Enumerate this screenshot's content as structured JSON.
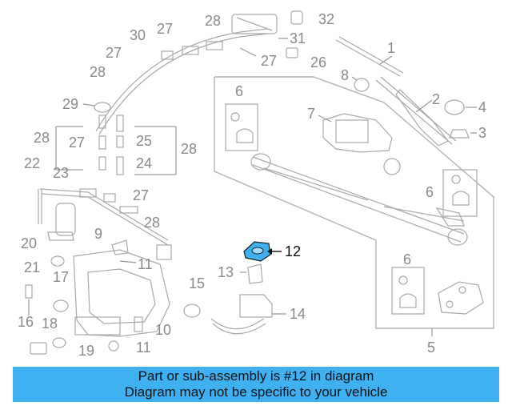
{
  "highlight_color": "#3fb0f0",
  "callouts": {
    "c1": "1",
    "c2": "2",
    "c3": "3",
    "c4": "4",
    "c5": "5",
    "c6a": "6",
    "c6b": "6",
    "c6c": "6",
    "c7": "7",
    "c8": "8",
    "c9": "9",
    "c10": "10",
    "c11a": "11",
    "c11b": "11",
    "c12": "12",
    "c13": "13",
    "c14": "14",
    "c15": "15",
    "c16": "16",
    "c17": "17",
    "c18": "18",
    "c19": "19",
    "c20": "20",
    "c21": "21",
    "c22": "22",
    "c23": "23",
    "c24": "24",
    "c25": "25",
    "c26": "26",
    "c27a": "27",
    "c27b": "27",
    "c27c": "27",
    "c27d": "27",
    "c27e": "27",
    "c28a": "28",
    "c28b": "28",
    "c28c": "28",
    "c28d": "28",
    "c28e": "28",
    "c29": "29",
    "c30": "30",
    "c31": "31",
    "c32": "32"
  },
  "banner": {
    "line1": "Part or sub-assembly is #12 in diagram",
    "line2": "Diagram may not be specific to your vehicle"
  }
}
